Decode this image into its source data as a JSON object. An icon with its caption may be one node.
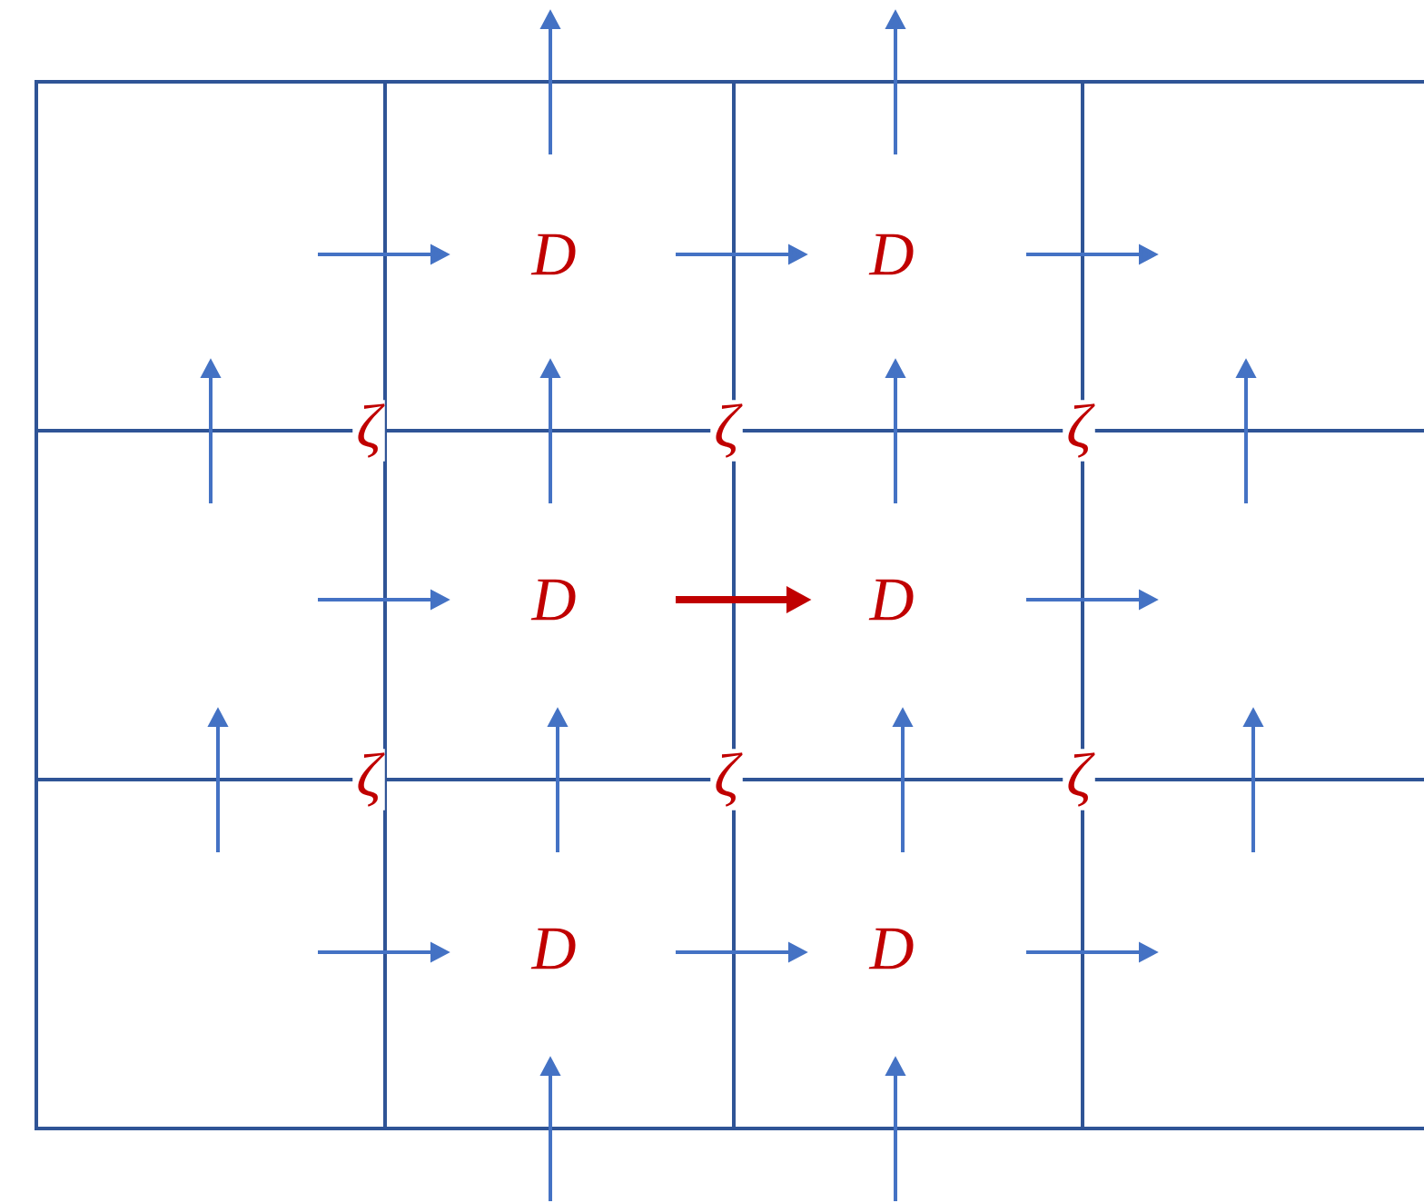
{
  "diagram": {
    "labels": [
      "D",
      "D",
      "ζ",
      "ζ",
      "ζ",
      "D",
      "D",
      "ζ",
      "ζ",
      "ζ",
      "D",
      "D"
    ]
  }
}
